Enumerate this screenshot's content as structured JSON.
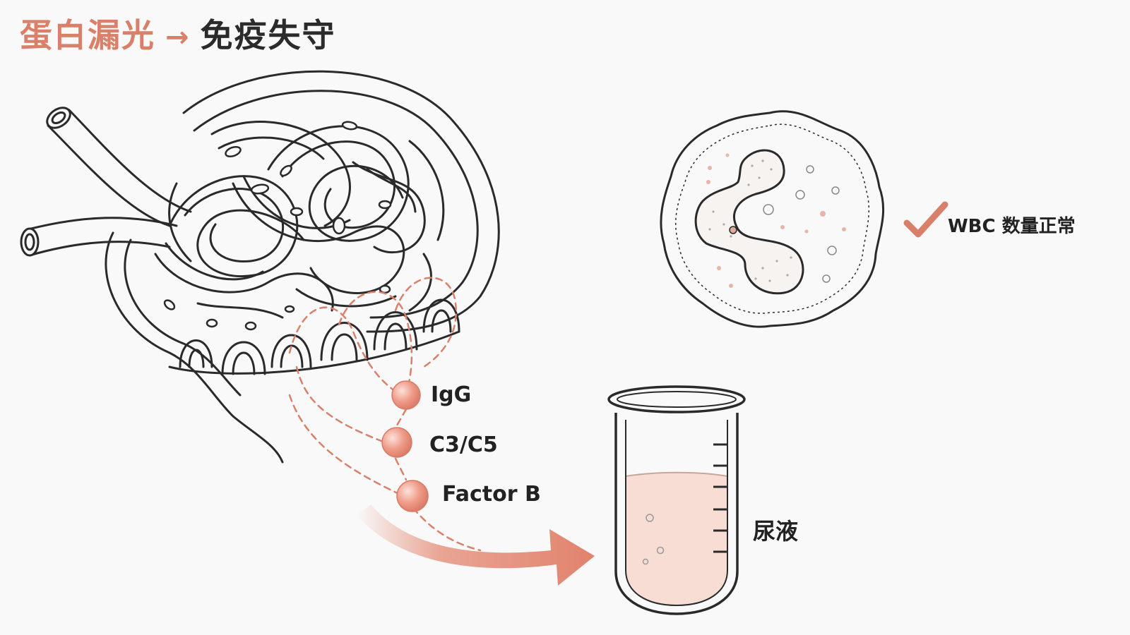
{
  "title": {
    "highlight": "蛋白漏光",
    "arrow": "→",
    "rest": "免疫失守"
  },
  "proteins": [
    {
      "label": "IgG"
    },
    {
      "label": "C3/C5"
    },
    {
      "label": "Factor B"
    }
  ],
  "wbc": {
    "label": "WBC 数量正常",
    "check_icon": "check-icon"
  },
  "urine": {
    "label": "尿液"
  },
  "colors": {
    "accent": "#d9806a",
    "line": "#2a2a2a",
    "fluid": "#f8ddd5",
    "sphere": "#ef9b88"
  }
}
